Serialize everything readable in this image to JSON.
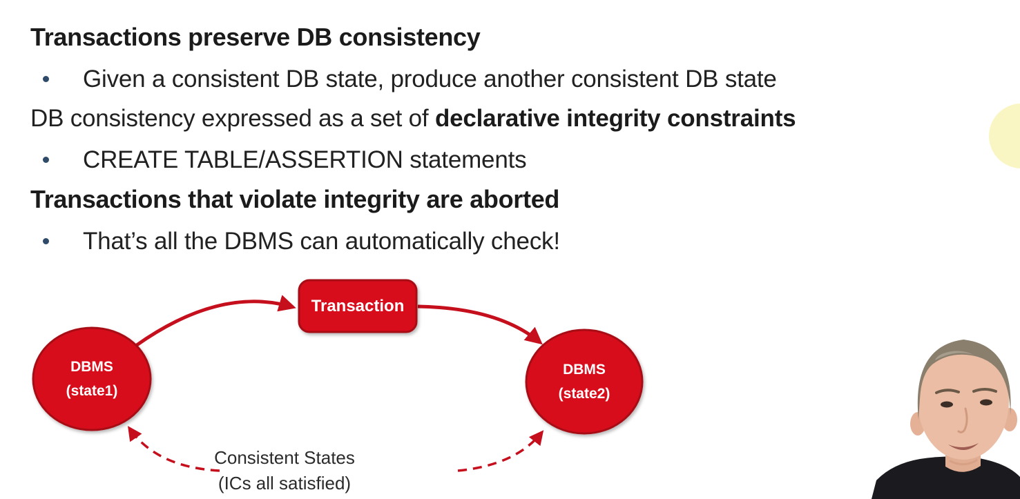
{
  "slide": {
    "heading1": "Transactions preserve DB consistency",
    "bullet1": "Given a consistent DB state, produce another consistent DB state",
    "constraint_line": {
      "regular": "DB consistency expressed as a set of ",
      "bold": "declarative integrity constraints"
    },
    "bullet2": "CREATE TABLE/ASSERTION statements",
    "heading2": "Transactions that violate integrity are aborted",
    "bullet3": "That’s all the DBMS can automatically check!"
  },
  "diagram": {
    "state1": {
      "line1": "DBMS",
      "line2": "(state1)"
    },
    "transaction_label": "Transaction",
    "state2": {
      "line1": "DBMS",
      "line2": "(state2)"
    },
    "consistent": {
      "line1": "Consistent States",
      "line2": "(ICs all satisfied)"
    },
    "colors": {
      "shape_fill": "#d8101f",
      "shape_stroke": "#a80d17",
      "arrow": "#c60f1d",
      "shape_text": "#ffffff",
      "label_text": "#2b2b2b"
    }
  },
  "annotations": {
    "highlight_color": "#faf6c3",
    "bullet_dot_color": "#2e4a68"
  },
  "webcam_colors": {
    "skin": "#eabda4",
    "hair": "#8a7e6d",
    "shirt": "#1a1a1f"
  }
}
